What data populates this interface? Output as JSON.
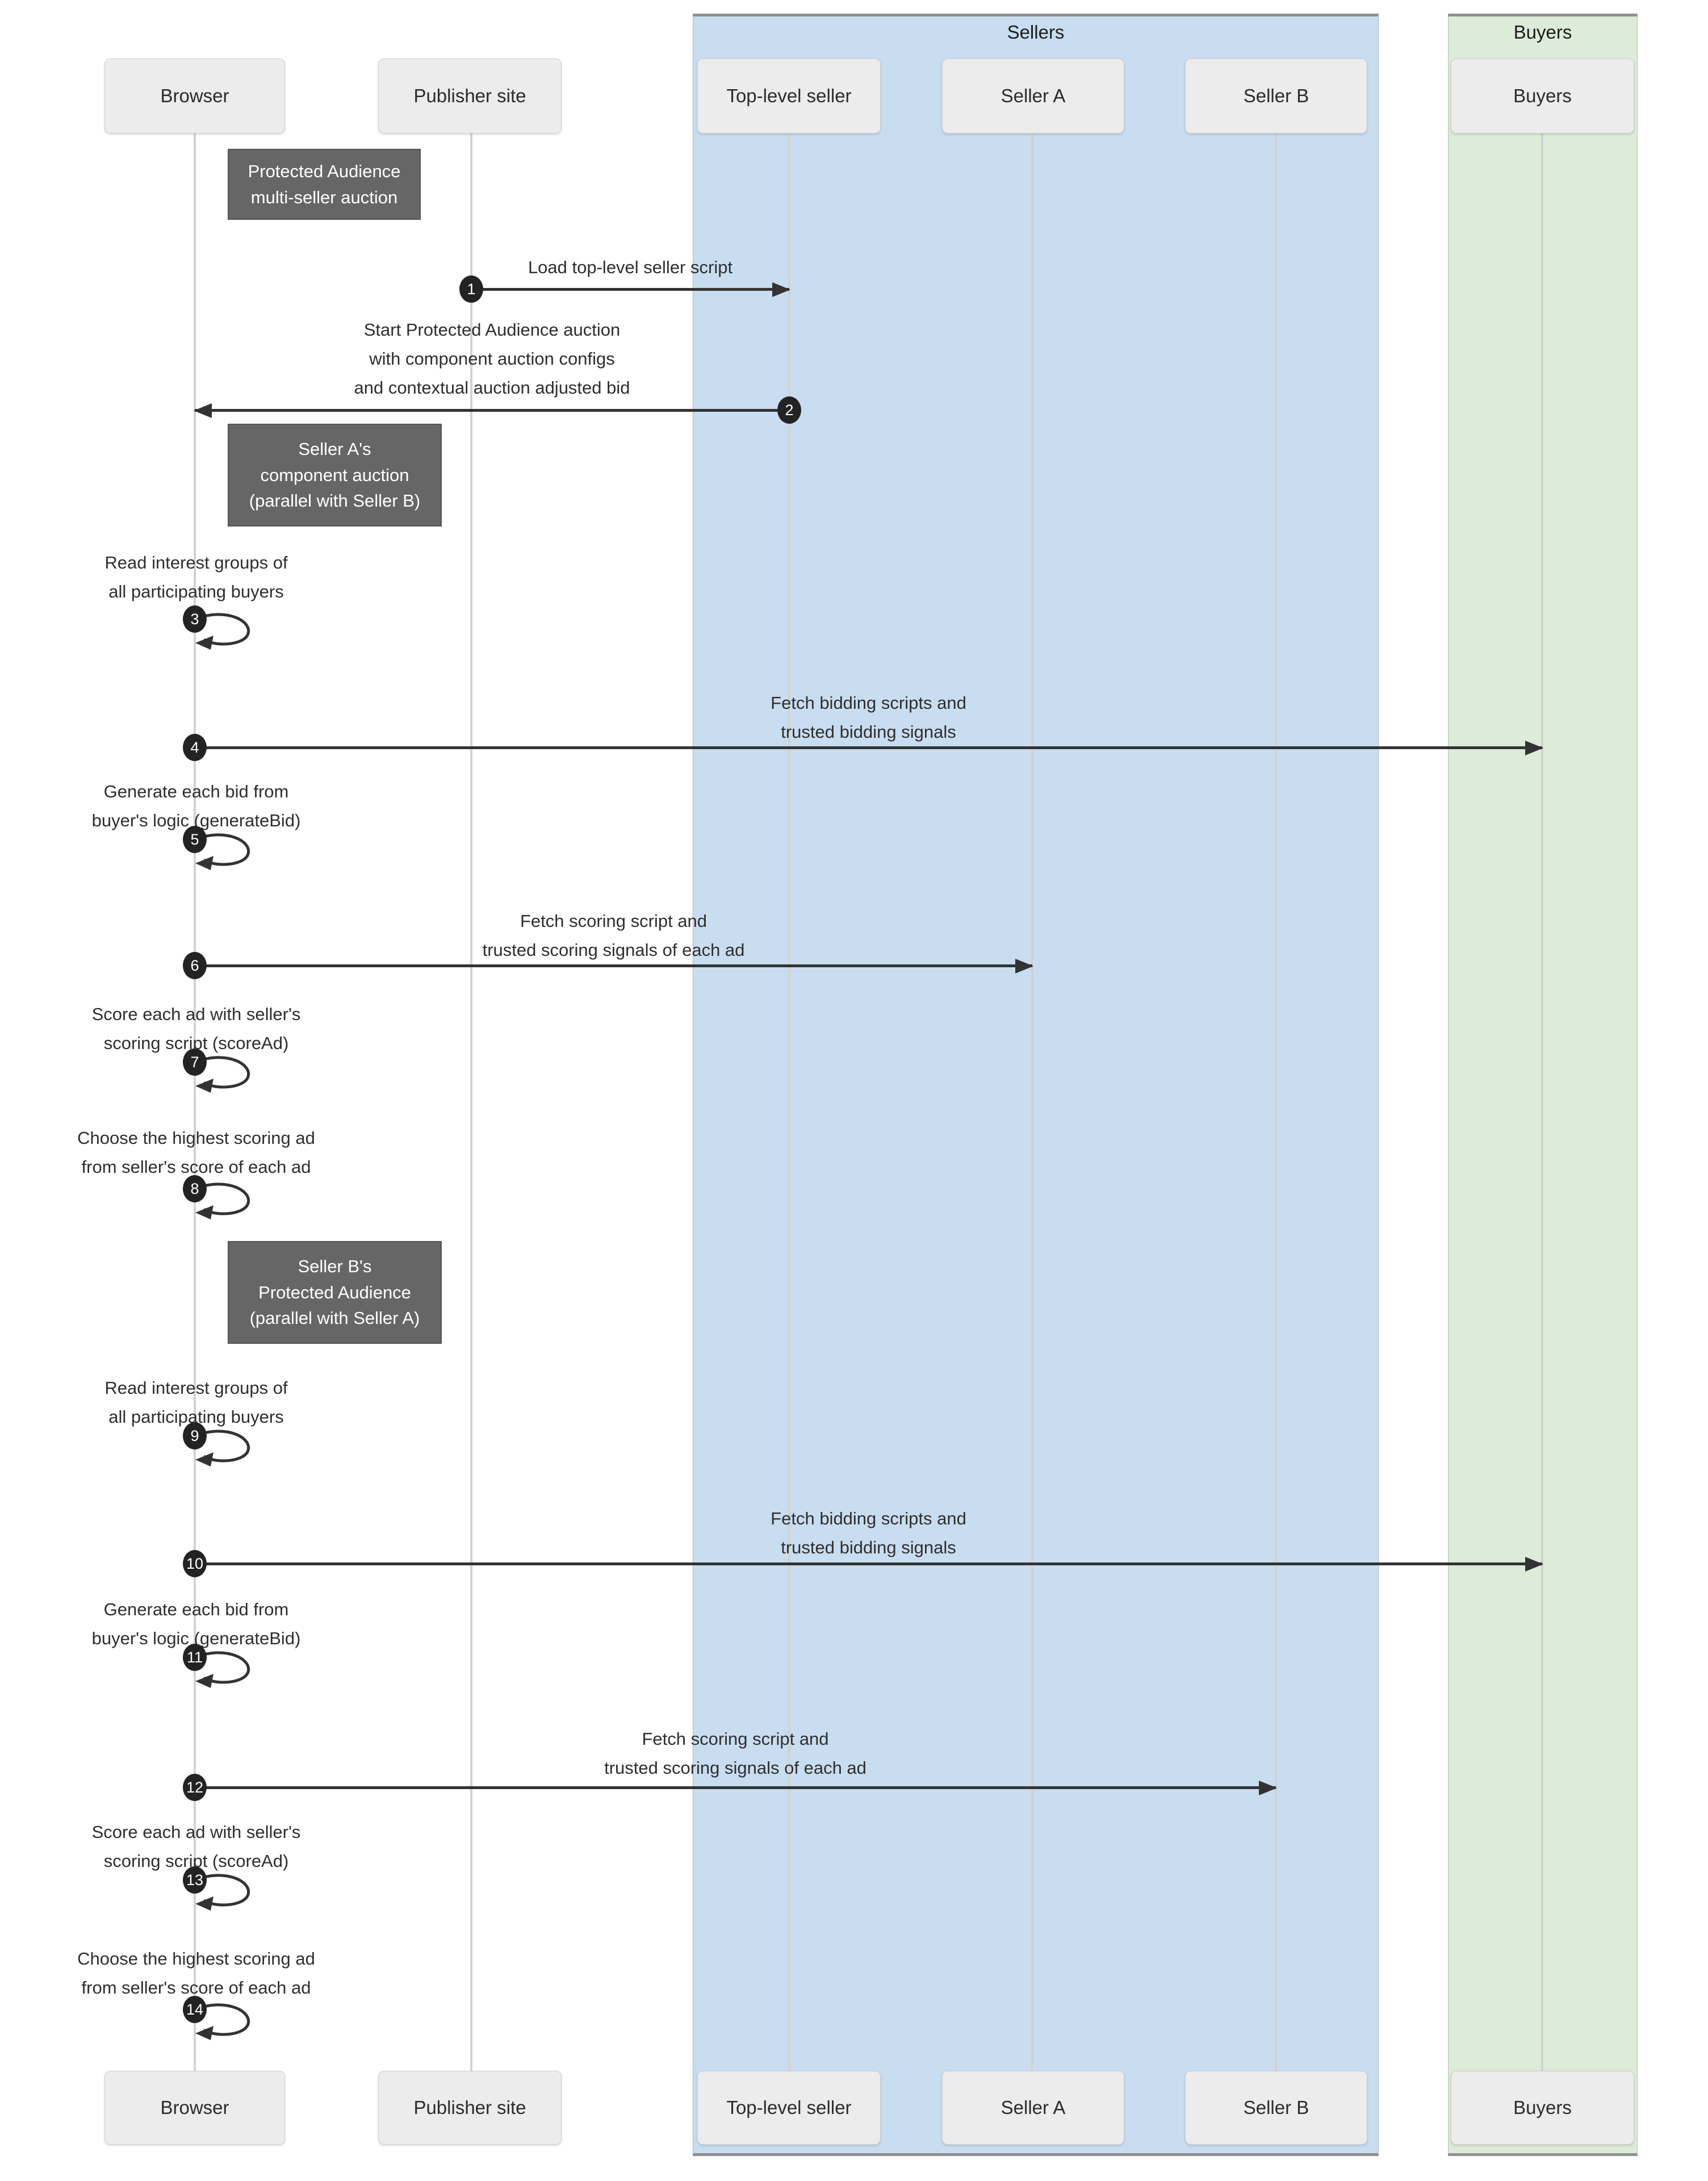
{
  "diagram": {
    "kind": "sequence-diagram",
    "groups": [
      {
        "label": "Sellers",
        "fill": "#c9ddf1"
      },
      {
        "label": "Buyers",
        "fill": "#ddecd8"
      }
    ],
    "actors": [
      {
        "label": "Browser"
      },
      {
        "label": "Publisher site"
      },
      {
        "label": "Top-level seller",
        "group": "Sellers"
      },
      {
        "label": "Seller A",
        "group": "Sellers"
      },
      {
        "label": "Seller B",
        "group": "Sellers"
      },
      {
        "label": "Buyers",
        "group": "Buyers"
      }
    ],
    "notes": [
      {
        "text": "Protected Audience\nmulti-seller auction",
        "color": "#666666"
      },
      {
        "text": "Seller A's\ncomponent auction\n(parallel with Seller B)",
        "color": "#666666"
      },
      {
        "text": "Seller B's\nProtected Audience\n(parallel with Seller A)",
        "color": "#666666"
      }
    ],
    "messages": [
      {
        "num": "1",
        "text": "Load top-level seller script",
        "from": "Publisher site",
        "to": "Top-level seller"
      },
      {
        "num": "2",
        "text": "Start Protected Audience auction\nwith component auction configs\nand contextual auction adjusted bid",
        "from": "Top-level seller",
        "to": "Browser"
      },
      {
        "num": "3",
        "text": "Read interest groups of\nall participating buyers",
        "from": "Browser",
        "to": "Browser"
      },
      {
        "num": "4",
        "text": "Fetch bidding scripts and\ntrusted bidding signals",
        "from": "Browser",
        "to": "Buyers"
      },
      {
        "num": "5",
        "text": "Generate each bid from\nbuyer's logic (generateBid)",
        "from": "Browser",
        "to": "Browser"
      },
      {
        "num": "6",
        "text": "Fetch scoring script and\ntrusted scoring signals of each ad",
        "from": "Browser",
        "to": "Seller A"
      },
      {
        "num": "7",
        "text": "Score each ad with seller's\nscoring script (scoreAd)",
        "from": "Browser",
        "to": "Browser"
      },
      {
        "num": "8",
        "text": "Choose the highest scoring ad\nfrom seller's score of each ad",
        "from": "Browser",
        "to": "Browser"
      },
      {
        "num": "9",
        "text": "Read interest groups of\nall participating buyers",
        "from": "Browser",
        "to": "Browser"
      },
      {
        "num": "10",
        "text": "Fetch bidding scripts and\ntrusted bidding signals",
        "from": "Browser",
        "to": "Buyers"
      },
      {
        "num": "11",
        "text": "Generate each bid from\nbuyer's logic (generateBid)",
        "from": "Browser",
        "to": "Browser"
      },
      {
        "num": "12",
        "text": "Fetch scoring script and\ntrusted scoring signals of each ad",
        "from": "Browser",
        "to": "Seller B"
      },
      {
        "num": "13",
        "text": "Score each ad with seller's\nscoring script (scoreAd)",
        "from": "Browser",
        "to": "Browser"
      },
      {
        "num": "14",
        "text": "Choose the highest scoring ad\nfrom seller's score of each ad",
        "from": "Browser",
        "to": "Browser"
      }
    ]
  }
}
